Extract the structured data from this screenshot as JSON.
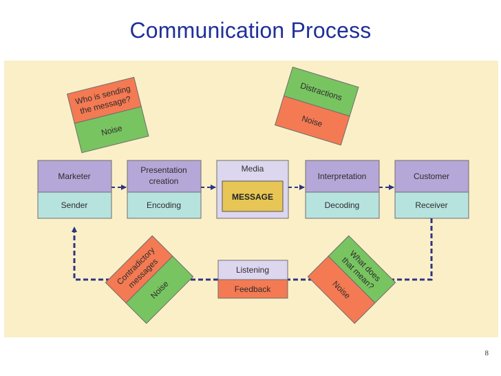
{
  "title": "Communication Process",
  "page_number": "8",
  "colors": {
    "background": "#fbefc8",
    "purple": "#b5a7d8",
    "teal": "#b7e3df",
    "green": "#78c461",
    "orange": "#f47a53",
    "media_light": "#ddd6ef",
    "message": "#e7c655",
    "arrow": "#2e3480",
    "border": "#6d6d6d"
  },
  "stages": [
    {
      "top": "Marketer",
      "bottom": "Sender"
    },
    {
      "top_lines": [
        "Presentation",
        "creation"
      ],
      "bottom": "Encoding"
    },
    {
      "top": "Media",
      "inner": "MESSAGE"
    },
    {
      "top": "Interpretation",
      "bottom": "Decoding"
    },
    {
      "top": "Customer",
      "bottom": "Receiver"
    }
  ],
  "feedback_box": {
    "top": "Listening",
    "bottom": "Feedback"
  },
  "noise_cards": [
    {
      "top_lines": [
        "Who is sending",
        "the message?"
      ],
      "bottom": "Noise"
    },
    {
      "top_lines": [
        "Distractions"
      ],
      "bottom": "Noise"
    },
    {
      "top_lines": [
        "Contradictory",
        "messages"
      ],
      "bottom": "Noise"
    },
    {
      "top_lines": [
        "What does",
        "that mean?"
      ],
      "bottom": "Noise"
    }
  ]
}
